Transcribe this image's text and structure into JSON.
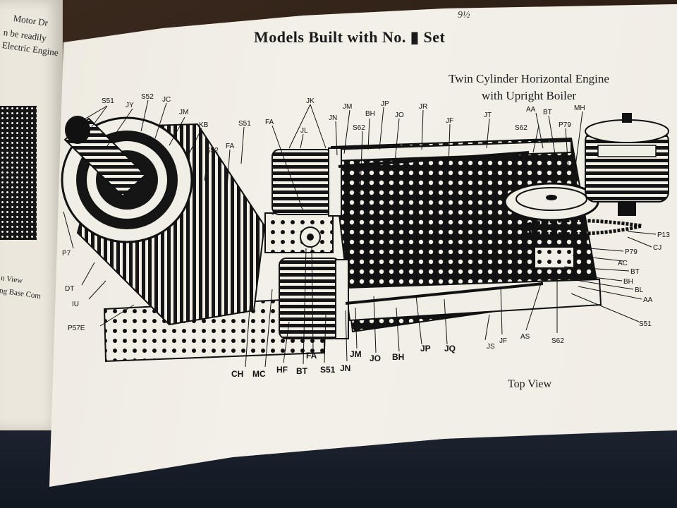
{
  "page": {
    "title": "Models Built with No. ▮ Set",
    "handwritten_note": "9½",
    "model_title_line1": "Twin Cylinder Horizontal Engine",
    "model_title_line2": "with Upright Boiler",
    "view_caption": "Top View"
  },
  "left_page": {
    "fragments": [
      "Motor Dr",
      "n be readily",
      "Electric Engine",
      "n View",
      "ng Base Com"
    ]
  },
  "labels": {
    "top": [
      "S51",
      "JY",
      "S52",
      "JC",
      "JM",
      "KB",
      "S51",
      "S52",
      "FA",
      "FA",
      "JL",
      "JK",
      "JN",
      "JM",
      "BH",
      "S62",
      "JP",
      "JO",
      "JR",
      "JF",
      "JT",
      "S62",
      "AA",
      "BT",
      "P79",
      "MH"
    ],
    "left": [
      "P7",
      "DT",
      "IU",
      "P57E"
    ],
    "right": [
      "P13",
      "CJ",
      "P79",
      "AC",
      "BT",
      "BH",
      "BL",
      "AA",
      "S51"
    ],
    "bottom": [
      "CH",
      "MC",
      "HF",
      "BT",
      "S51",
      "JN",
      "FA",
      "JM",
      "JO",
      "BH",
      "JP",
      "JQ",
      "JS",
      "JF",
      "AS",
      "S62"
    ]
  }
}
